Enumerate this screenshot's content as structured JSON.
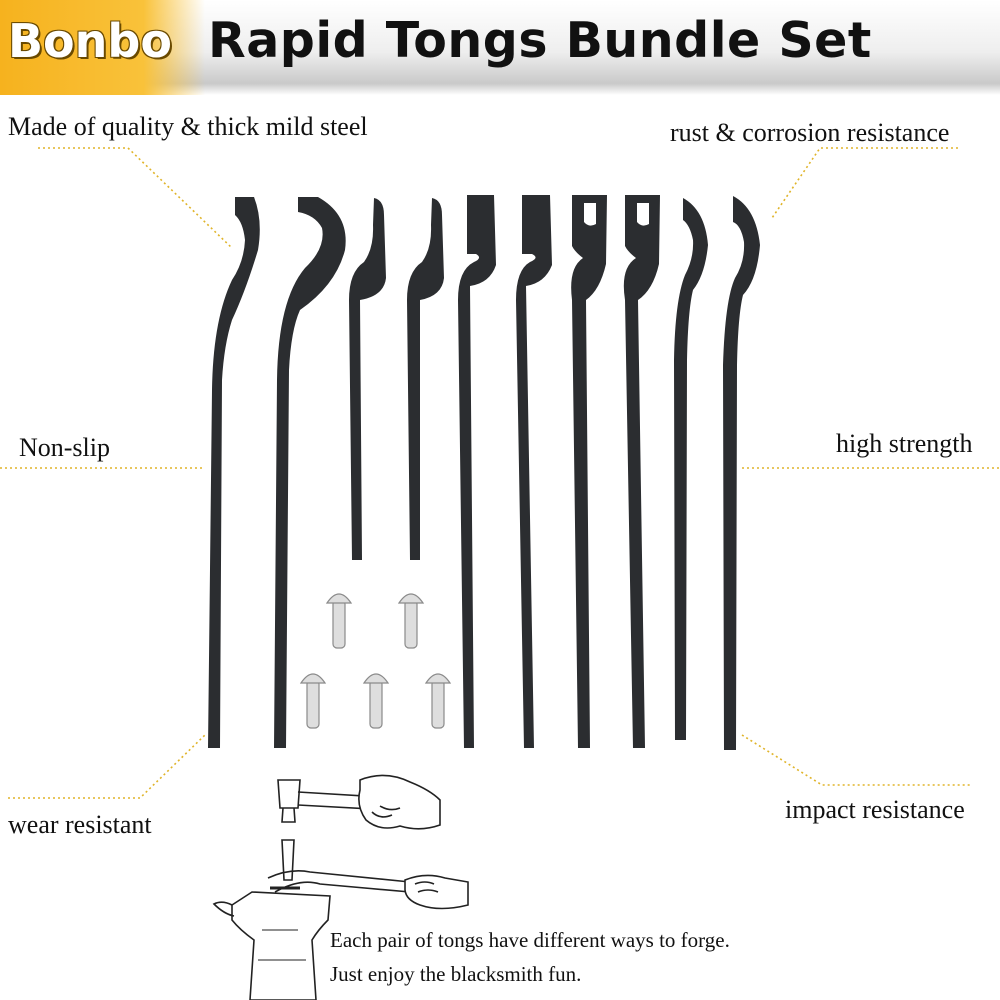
{
  "header": {
    "brand": "Bonbo",
    "title": "Rapid Tongs Bundle Set",
    "brand_color": "#f6b21e"
  },
  "features": {
    "top_left": "Made of quality & thick mild steel",
    "top_right": "rust & corrosion resistance",
    "mid_left": "Non-slip",
    "mid_right": "high strength",
    "bottom_left": "wear resistant",
    "bottom_right": "impact resistance"
  },
  "caption": {
    "line1": "Each pair of tongs have different ways to forge.",
    "line2": "Just enjoy the blacksmith fun."
  },
  "colors": {
    "steel": "#2b2d30",
    "rivet": "#dedede",
    "leader": "#e0b42a"
  }
}
